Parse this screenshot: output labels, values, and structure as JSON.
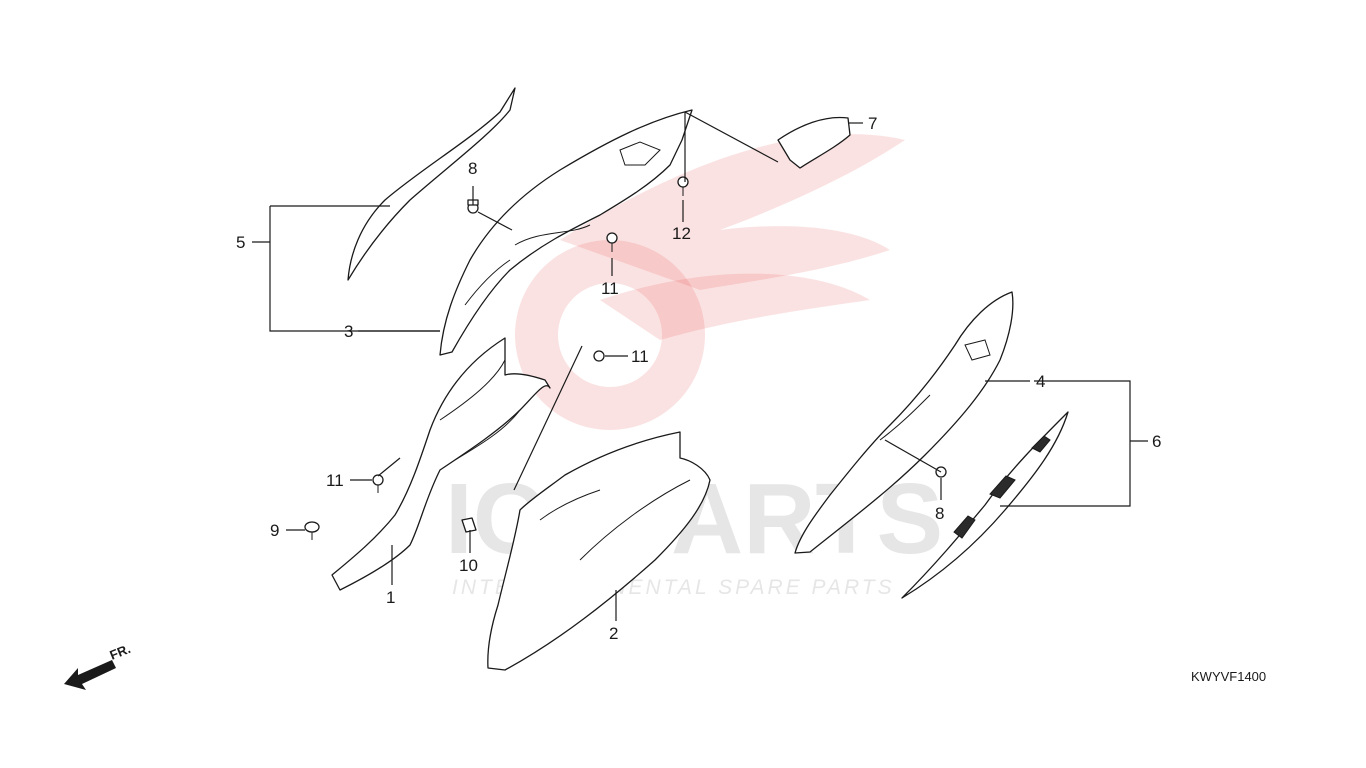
{
  "diagram": {
    "code": "KWYVF1400",
    "direction_label": "FR.",
    "callouts": {
      "c1": "1",
      "c2": "2",
      "c3": "3",
      "c4": "4",
      "c5": "5",
      "c6": "6",
      "c7": "7",
      "c8a": "8",
      "c8b": "8",
      "c9": "9",
      "c10": "10",
      "c11a": "11",
      "c11b": "11",
      "c11c": "11",
      "c12": "12"
    }
  },
  "watermark": {
    "brand": "ICSPARTS",
    "tagline": "INTERCONTINENTAL SPARE PARTS",
    "logo_color": "#e84a4a"
  }
}
